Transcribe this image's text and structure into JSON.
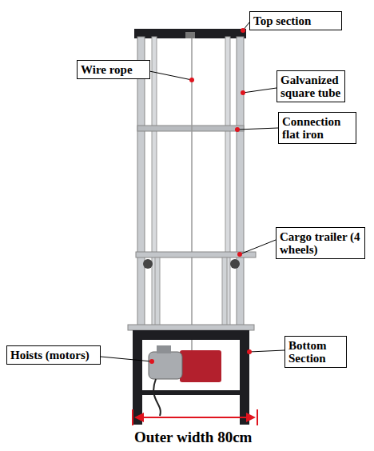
{
  "diagram": {
    "nodes": [
      {
        "text": [
          "Top section"
        ]
      },
      {
        "text": [
          "Wire rope"
        ]
      },
      {
        "text": [
          "Galvanized square tube"
        ]
      },
      {
        "text": [
          "Connection flat iron"
        ]
      },
      {
        "text": [
          "Cargo trailer (4 wheels)"
        ]
      },
      {
        "text": [
          "Hoists (motors)"
        ]
      },
      {
        "text": [
          "Bottom Section"
        ]
      }
    ],
    "labels": [
      "Outer width 80cm"
    ]
  }
}
